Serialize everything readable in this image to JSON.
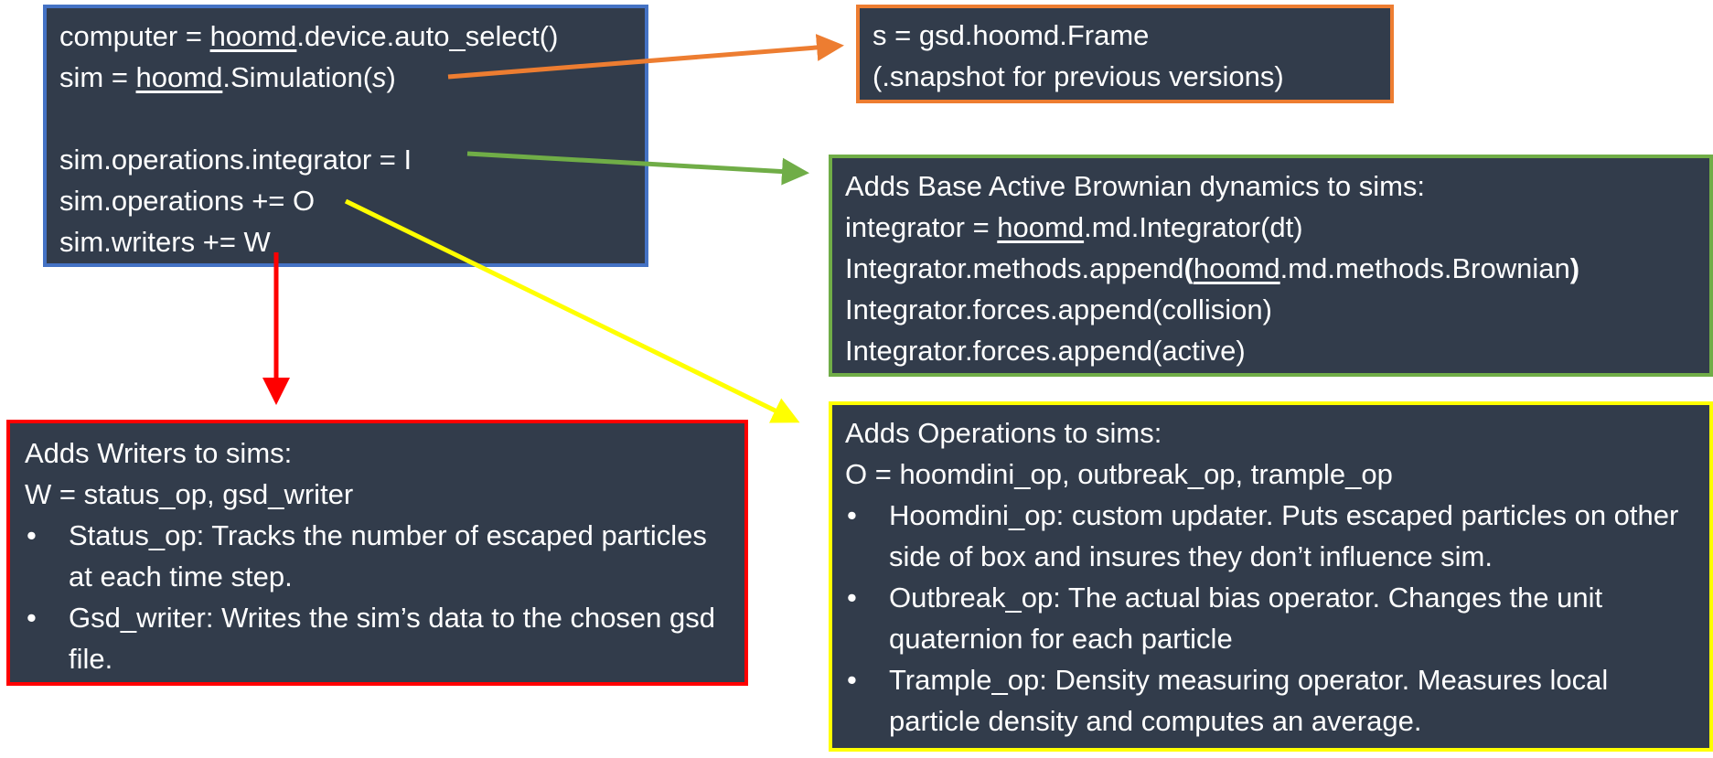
{
  "colors": {
    "box_fill": "#323c4b",
    "blue": "#4472c4",
    "orange": "#ed7d31",
    "green": "#70ad47",
    "yellow": "#ffff00",
    "red": "#ff0000"
  },
  "code_box": {
    "line1": {
      "pre": "computer = ",
      "mod": "hoomd",
      "post": ".device.auto_select()"
    },
    "line2": {
      "pre": "sim = ",
      "mod": "hoomd",
      "mid": ".Simulation(",
      "arg": "s",
      "post": ")"
    },
    "line3": "sim.operations.integrator = I",
    "line4": "sim.operations += O",
    "line5": "sim.writers += W"
  },
  "frame_box": {
    "line1": "s = gsd.hoomd.Frame",
    "line2": "(.snapshot for previous versions)"
  },
  "integrator_box": {
    "title": "Adds Base Active Brownian dynamics to sims:",
    "line2": {
      "pre": "integrator = ",
      "mod": "hoomd",
      "post": ".md.Integrator(dt)"
    },
    "line3": {
      "pre": "Integrator.methods.append",
      "open": "(",
      "mod": "hoomd",
      "post": ".md.methods.Brownian",
      "close": ")"
    },
    "line4": "Integrator.forces.append(collision)",
    "line5": "Integrator.forces.append(active)"
  },
  "writers_box": {
    "title": "Adds Writers to sims:",
    "line2": "W = status_op, gsd_writer",
    "bullet_char": "•",
    "bullets": [
      "Status_op: Tracks the number of escaped particles at each time step.",
      "Gsd_writer: Writes the sim’s data to the chosen gsd file."
    ]
  },
  "operations_box": {
    "title": "Adds Operations to sims:",
    "line2": "O = hoomdini_op, outbreak_op, trample_op",
    "bullet_char": "•",
    "bullets": [
      "Hoomdini_op: custom updater. Puts escaped particles on other side of box and insures they don’t influence sim.",
      "Outbreak_op: The actual bias operator. Changes the unit quaternion for each particle",
      "Trample_op: Density measuring operator. Measures local particle density and computes an average."
    ]
  }
}
